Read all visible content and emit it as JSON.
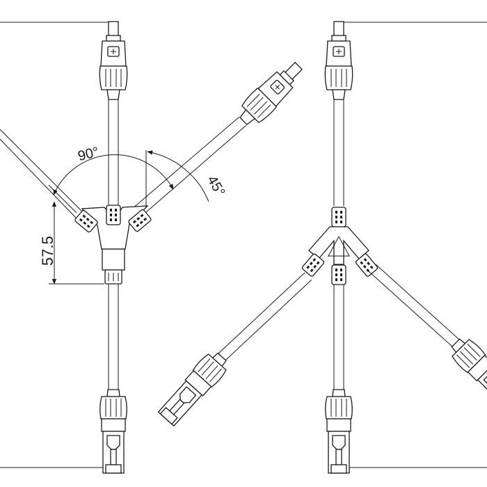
{
  "diagram": {
    "angle_primary_label": "90°",
    "angle_secondary_label": "45°",
    "dimension_label": "57.5",
    "left_view": {
      "angle_between_branches_deg": 90,
      "angle_from_vertical_deg": 45
    }
  },
  "style": {
    "line_color": "#1a1a1a",
    "background": "#ffffff"
  }
}
